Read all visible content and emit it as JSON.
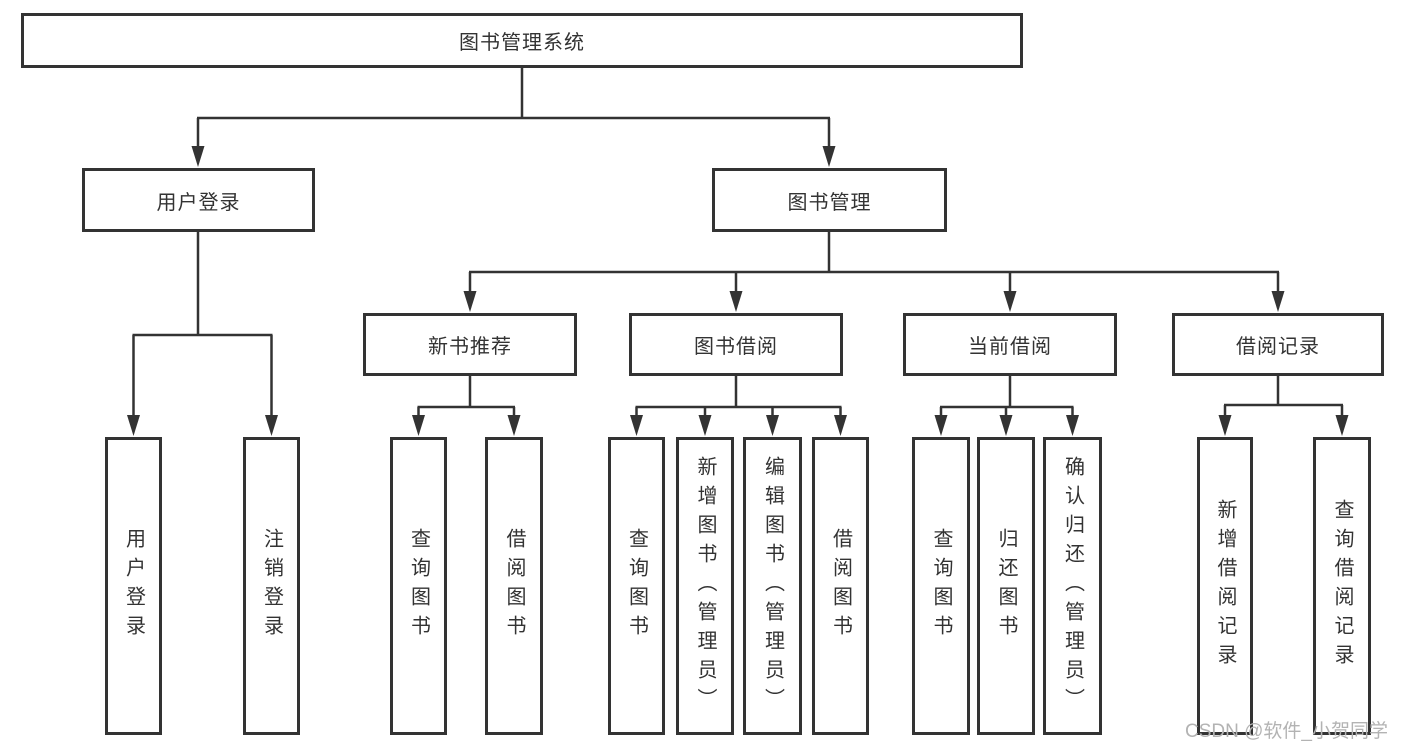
{
  "diagram": {
    "root": "图书管理系统",
    "level2": [
      {
        "label": "用户登录"
      },
      {
        "label": "图书管理"
      }
    ],
    "level3": [
      {
        "label": "新书推荐"
      },
      {
        "label": "图书借阅"
      },
      {
        "label": "当前借阅"
      },
      {
        "label": "借阅记录"
      }
    ],
    "leaves": {
      "user_login": [
        "用户登录",
        "注销登录"
      ],
      "new_book_rec": [
        "查询图书",
        "借阅图书"
      ],
      "book_borrow": [
        "查询图书",
        "新增图书（管理员）",
        "编辑图书（管理员）",
        "借阅图书"
      ],
      "current_borrow": [
        "查询图书",
        "归还图书",
        "确认归还（管理员）"
      ],
      "borrow_records": [
        "新增借阅记录",
        "查询借阅记录"
      ]
    }
  },
  "watermark": "CSDN @软件_小贺同学",
  "colors": {
    "line": "#333333",
    "text": "#333333",
    "box_background": "#ffffff",
    "page_background": "#ffffff",
    "watermark": "#b3b3b3"
  }
}
